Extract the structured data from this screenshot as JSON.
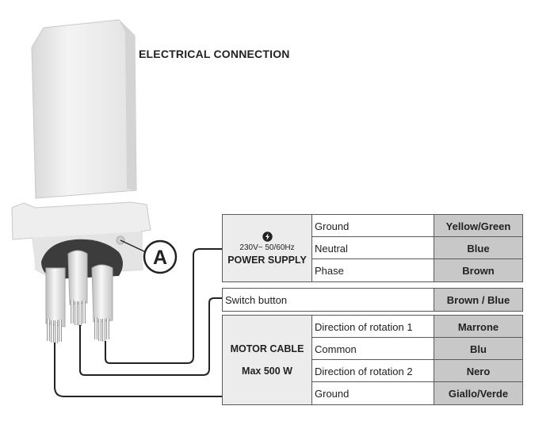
{
  "title": "ELECTRICAL CONNECTION",
  "callout": "A",
  "power_supply": {
    "icon": "lightning-bolt-icon",
    "rating": "230V~ 50/60Hz",
    "label": "POWER SUPPLY",
    "rows": [
      {
        "wire": "Ground",
        "color": "Yellow/Green"
      },
      {
        "wire": "Neutral",
        "color": "Blue"
      },
      {
        "wire": "Phase",
        "color": "Brown"
      }
    ]
  },
  "switch": {
    "wire": "Switch button",
    "color": "Brown / Blue"
  },
  "motor": {
    "label": "MOTOR CABLE",
    "power": "Max 500 W",
    "rows": [
      {
        "wire": "Direction of rotation 1",
        "color": "Marrone"
      },
      {
        "wire": "Common",
        "color": "Blu"
      },
      {
        "wire": "Direction of rotation 2",
        "color": "Nero"
      },
      {
        "wire": "Ground",
        "color": "Giallo/Verde"
      }
    ]
  }
}
